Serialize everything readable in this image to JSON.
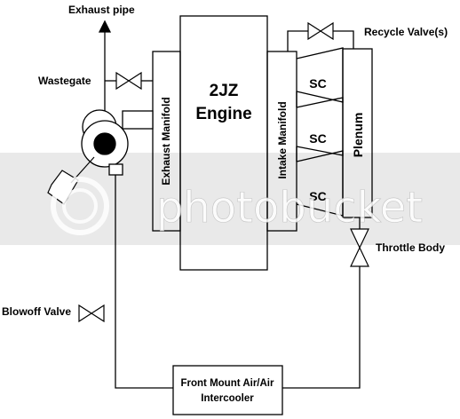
{
  "labels": {
    "exhaust_pipe": "Exhaust pipe",
    "wastegate": "Wastegate",
    "recycle_valves": "Recycle Valve(s)",
    "engine_line1": "2JZ",
    "engine_line2": "Engine",
    "exhaust_manifold": "Exhaust Manifold",
    "intake_manifold": "Intake Manifold",
    "sc_1": "SC",
    "sc_2": "SC",
    "sc_3": "SC",
    "plenum": "Plenum",
    "throttle_body": "Throttle Body",
    "blowoff_valve": "Blowoff Valve",
    "intercooler_line1": "Front Mount Air/Air",
    "intercooler_line2": "Intercooler"
  },
  "watermark": {
    "text": "photobucket"
  }
}
